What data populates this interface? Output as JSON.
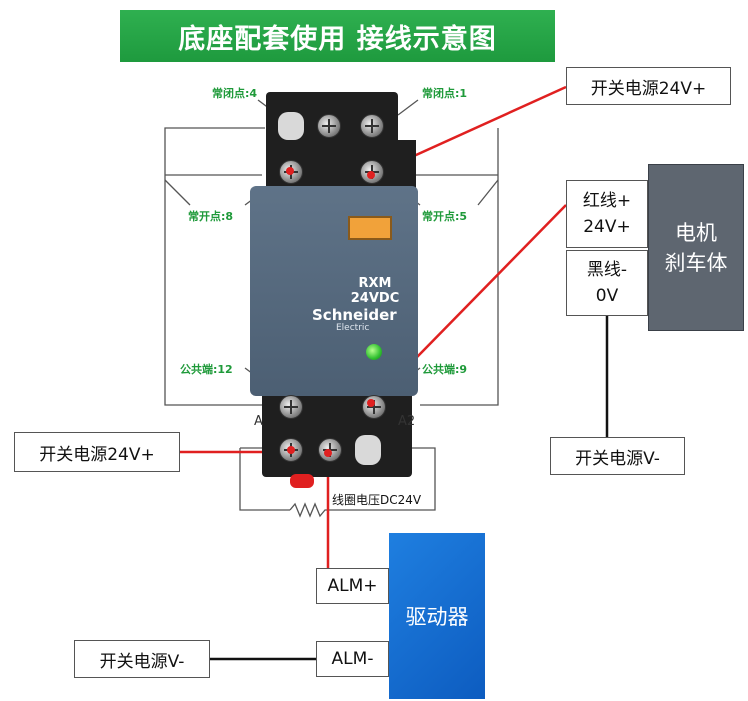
{
  "title": "底座配套使用 接线示意图",
  "relay": {
    "model": "RXM",
    "voltage": "24VDC",
    "brand": "Schneider",
    "brand_sub": "Electric"
  },
  "terminals": {
    "nc4": "常闭点:4",
    "nc1": "常闭点:1",
    "no8": "常开点:8",
    "no5": "常开点:5",
    "com12": "公共端:12",
    "com9": "公共端:9",
    "a1": "A",
    "a2": "A2"
  },
  "coil_label": "线圈电压DC24V",
  "labels": {
    "switch_24v_top": "开关电源24V+",
    "switch_24v_left": "开关电源24V+",
    "switch_vneg_right": "开关电源V-",
    "switch_vneg_bottom": "开关电源V-",
    "red_line": "红线+\n24V+",
    "red_line_1": "红线+",
    "red_line_2": "24V+",
    "black_line_1": "黑线-",
    "black_line_2": "0V",
    "motor_1": "电机",
    "motor_2": "刹车体",
    "alm_pos": "ALM+",
    "alm_neg": "ALM-",
    "driver": "驱动器"
  },
  "colors": {
    "wire_red": "#e02020",
    "wire_black": "#111111",
    "banner_green": "#23a446",
    "driver_blue": "#1670d6",
    "motor_gray": "#5e6670"
  }
}
